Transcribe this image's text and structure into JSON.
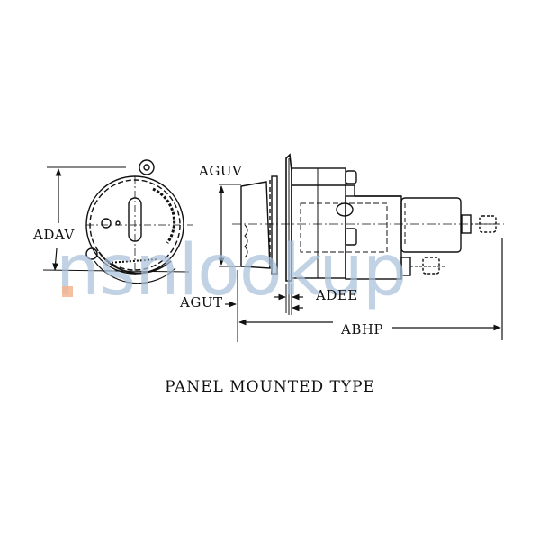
{
  "diagram": {
    "caption": "PANEL MOUNTED TYPE",
    "dimensions": {
      "front_view": {
        "height_label": "ADAV"
      },
      "side_view": {
        "body_height_label": "AGUV",
        "front_offset_label": "AGUT",
        "flange_thickness_label": "ADEE",
        "overall_length_label": "ABHP"
      }
    },
    "watermark": {
      "text": "nsnlookup",
      "color": "#a9c1da",
      "accent_color": "#f3b58f"
    },
    "colors": {
      "line": "#111111",
      "background": "#ffffff"
    }
  }
}
